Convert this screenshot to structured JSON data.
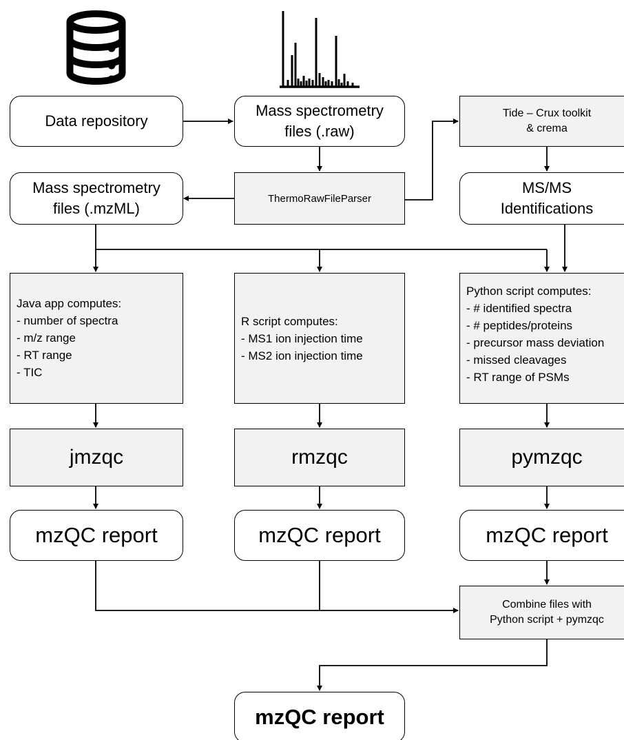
{
  "nodes": {
    "data_repository": {
      "label": "Data repository"
    },
    "ms_raw": {
      "lines": [
        "Mass spectrometry",
        "files (.raw)"
      ]
    },
    "tide": {
      "lines": [
        "Tide – Crux toolkit",
        "& crema"
      ]
    },
    "ms_mzml": {
      "lines": [
        "Mass spectrometry",
        "files (.mzML)"
      ]
    },
    "parser": {
      "label": "ThermoRawFileParser"
    },
    "msms": {
      "lines": [
        "MS/MS",
        "Identifications"
      ]
    },
    "java": {
      "heading": "Java app computes:",
      "items": [
        "- number of spectra",
        "- m/z range",
        "- RT range",
        "- TIC"
      ]
    },
    "r_script": {
      "heading": "R script computes:",
      "items": [
        "- MS1 ion injection time",
        "- MS2 ion injection time"
      ]
    },
    "python": {
      "heading": "Python script computes:",
      "items": [
        "- # identified spectra",
        "- # peptides/proteins",
        "- precursor mass deviation",
        "- missed cleavages",
        "- RT range of PSMs"
      ]
    },
    "jmzqc": {
      "label": "jmzqc"
    },
    "rmzqc": {
      "label": "rmzqc"
    },
    "pymzqc": {
      "label": "pymzqc"
    },
    "report_java": {
      "label": "mzQC report"
    },
    "report_r": {
      "label": "mzQC report"
    },
    "report_py": {
      "label": "mzQC report"
    },
    "combine": {
      "lines": [
        "Combine files with",
        "Python script + pymzqc"
      ]
    },
    "final_report": {
      "label": "mzQC report"
    }
  },
  "icons": {
    "database": "database-icon",
    "spectrum": "mass-spectrum-icon"
  },
  "colors": {
    "line": "#000000",
    "process_fill": "#f2f2f2",
    "data_fill": "#ffffff"
  }
}
